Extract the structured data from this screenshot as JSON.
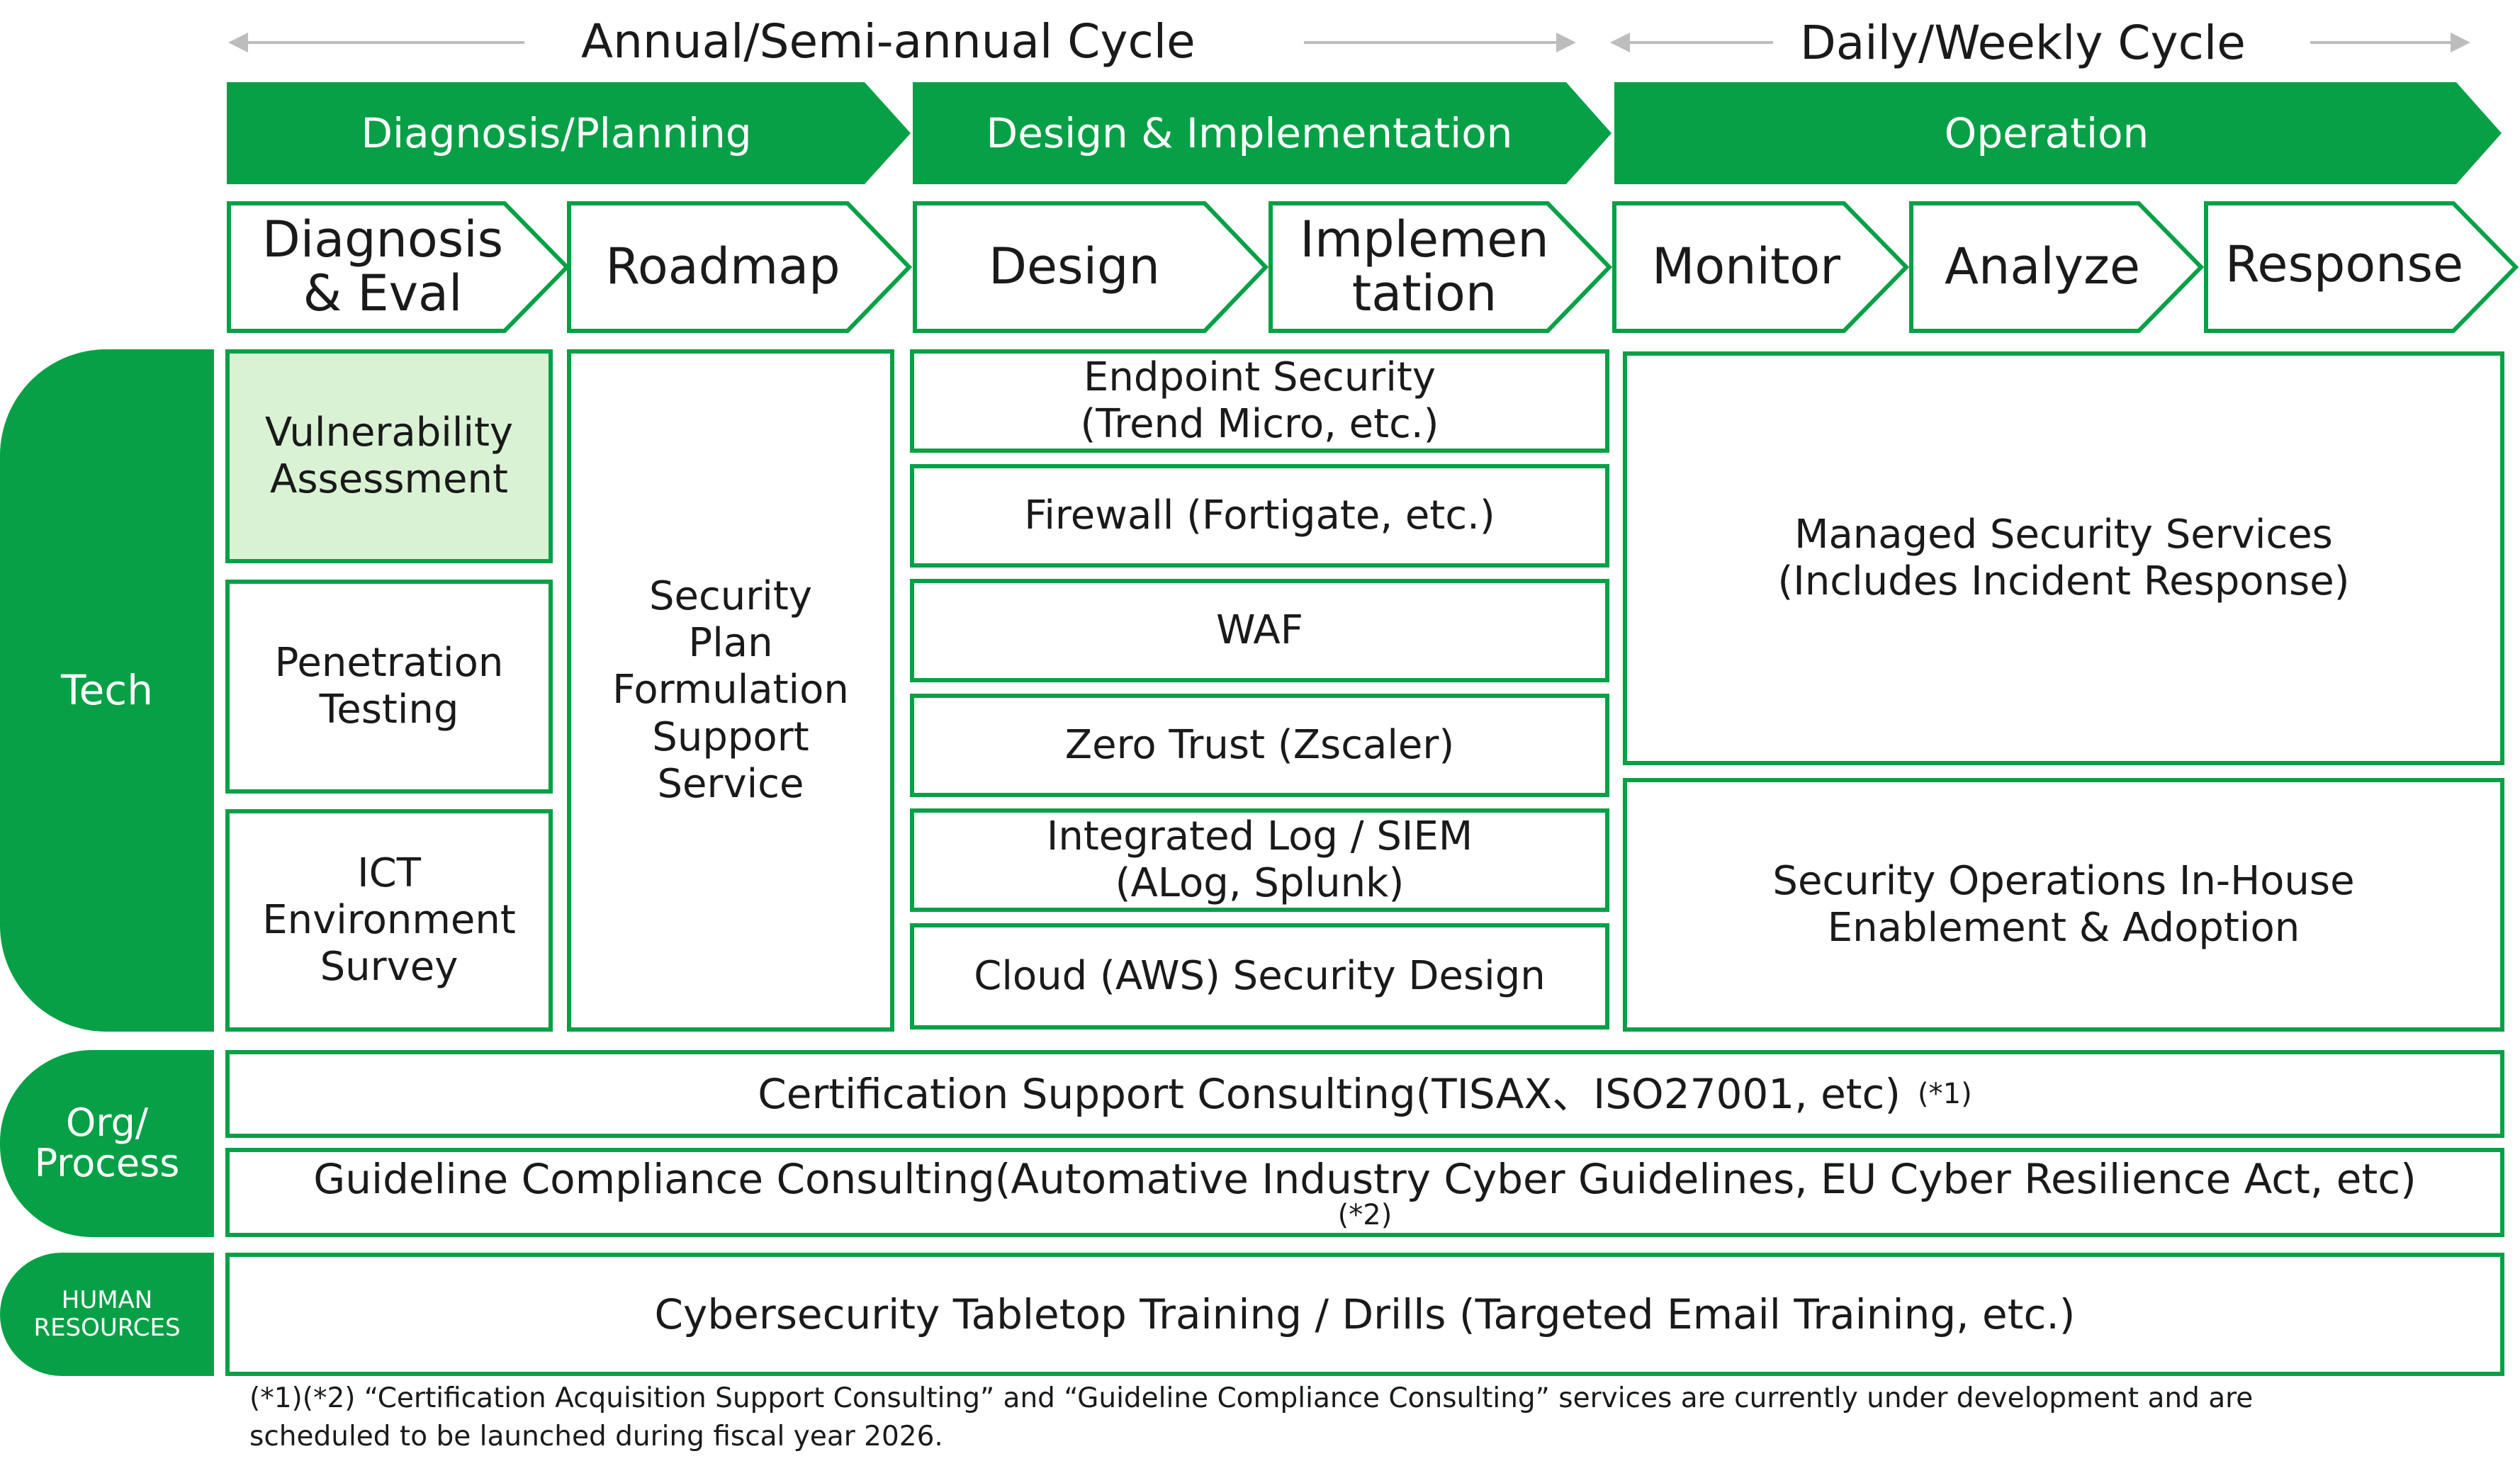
{
  "cycles": {
    "annual": "Annual/Semi-annual Cycle",
    "daily": "Daily/Weekly Cycle"
  },
  "phases": [
    "Diagnosis/Planning",
    "Design & Implementation",
    "Operation"
  ],
  "steps": [
    "Diagnosis\n& Eval",
    "Roadmap",
    "Design",
    "Implemen\ntation",
    "Monitor",
    "Analyze",
    "Response"
  ],
  "rows": {
    "tech": "Tech",
    "org": "Org/\nProcess",
    "hr": "HUMAN\nRESOURCES"
  },
  "tech": {
    "diagnosis": [
      "Vulnerability\nAssessment",
      "Penetration\nTesting",
      "ICT\nEnvironment\nSurvey"
    ],
    "roadmap": "Security\nPlan\nFormulation\nSupport\nService",
    "design": [
      "Endpoint Security\n(Trend Micro, etc.)",
      "Firewall (Fortigate, etc.)",
      "WAF",
      "Zero Trust (Zscaler)",
      "Integrated Log / SIEM\n(ALog, Splunk)",
      "Cloud (AWS) Security Design"
    ],
    "operation": [
      "Managed Security Services\n(Includes Incident Response)",
      "Security Operations In-House\nEnablement & Adoption"
    ]
  },
  "org": {
    "certification": "Certification Support Consulting(TISAX、ISO27001, etc)",
    "certification_note": "(*1)",
    "guideline": "Guideline Compliance Consulting(Automative Industry Cyber Guidelines, EU Cyber Resilience Act, etc)",
    "guideline_note": "(*2)"
  },
  "hr": {
    "training": "Cybersecurity Tabletop Training / Drills (Targeted Email Training, etc.)"
  },
  "footnote": [
    "(*1)(*2) “Certification Acquisition Support Consulting” and “Guideline Compliance Consulting” services are currently under development and are",
    "scheduled to be launched during fiscal year 2026."
  ],
  "colors": {
    "brand_green": "#07a046",
    "highlight_fill": "#d9f2d4",
    "arrow_gray": "#bdbdbd"
  }
}
